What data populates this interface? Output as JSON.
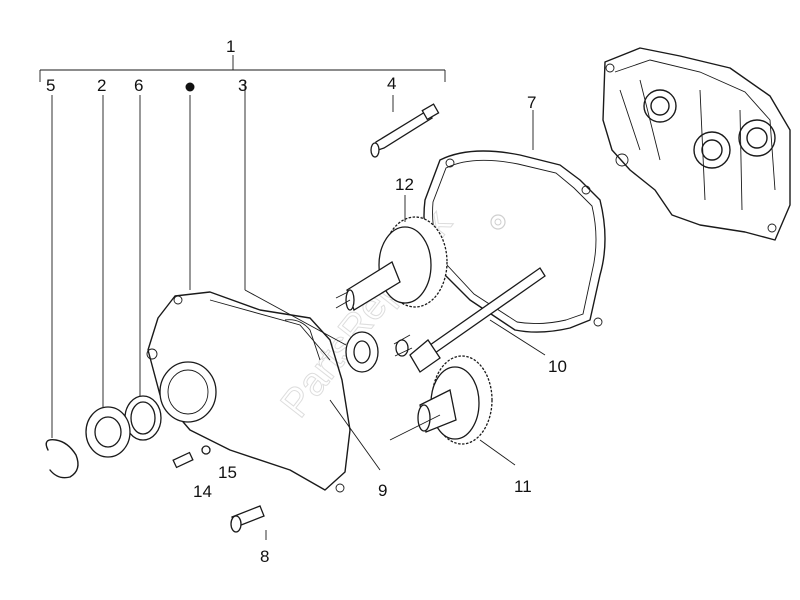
{
  "labels": {
    "p1": "1",
    "p2": "2",
    "p3": "3",
    "p4": "4",
    "p5": "5",
    "p6": "6",
    "p7": "7",
    "p8": "8",
    "p9": "9",
    "p10": "10",
    "p11": "11",
    "p12": "12",
    "p14": "14",
    "p15": "15"
  },
  "watermark": "PartsRepublik"
}
